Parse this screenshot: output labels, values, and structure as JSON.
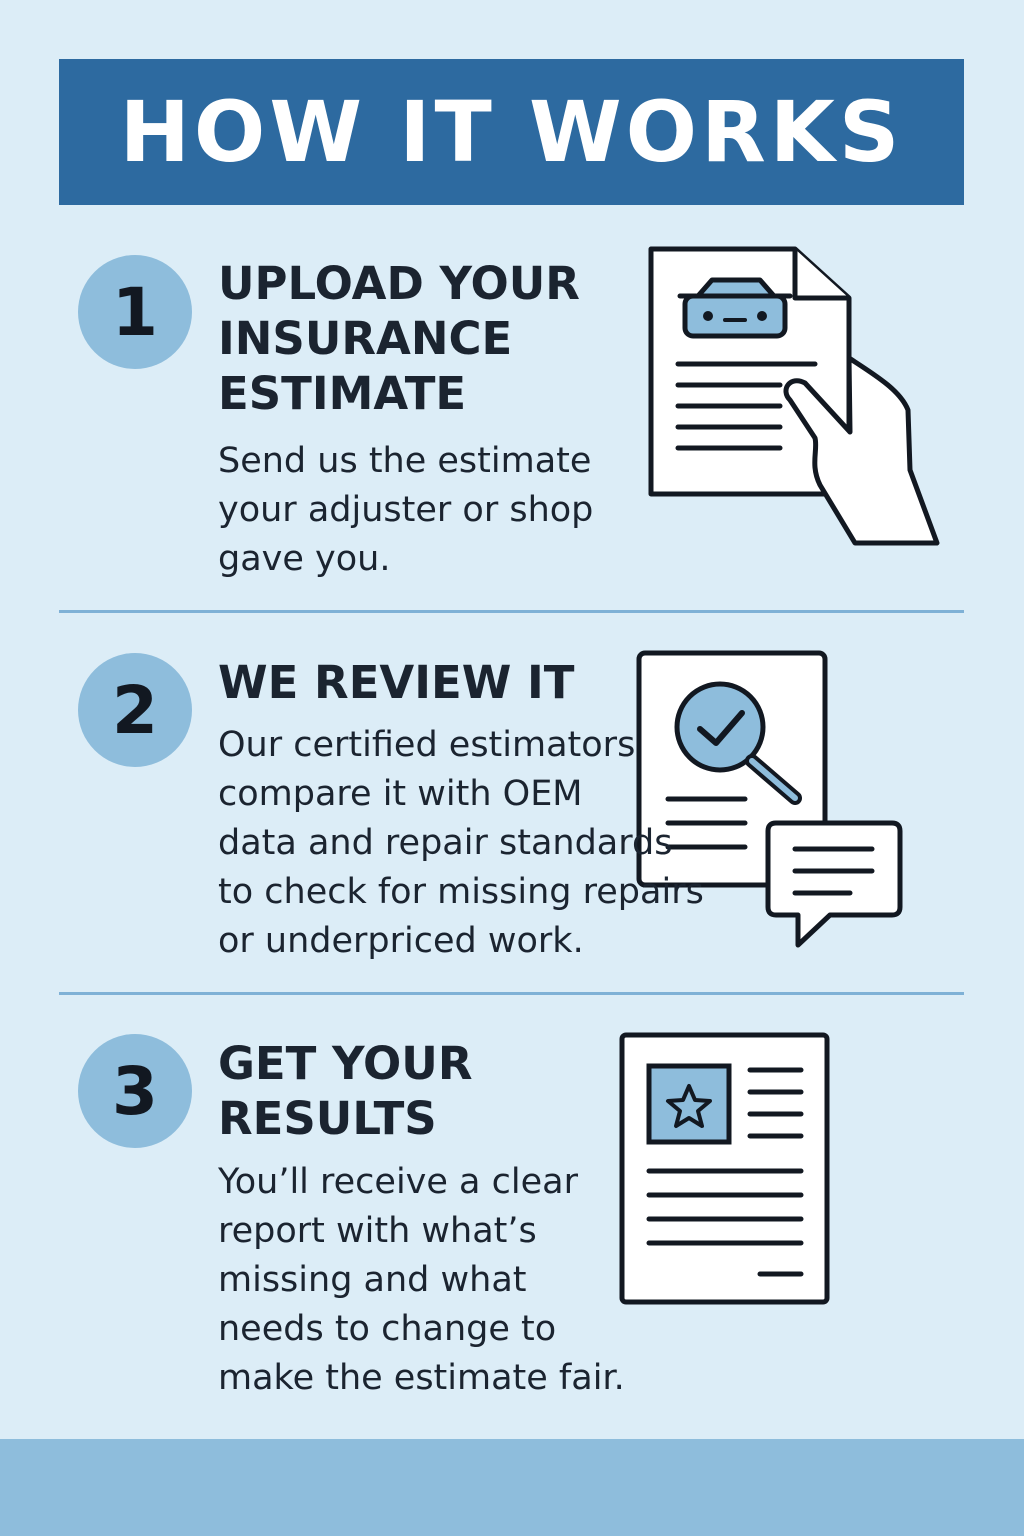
{
  "header": {
    "title": "HOW IT WORKS"
  },
  "steps": [
    {
      "number": "1",
      "title_lines": [
        "UPLOAD YOUR",
        "INSURANCE",
        "ESTIMATE"
      ],
      "desc_lines": [
        "Send us the estimate",
        "your adjuster or shop",
        "gave you."
      ],
      "icon": "document-in-hand-icon"
    },
    {
      "number": "2",
      "title_lines": [
        "WE REVIEW IT"
      ],
      "desc_lines": [
        "Our certified estimators",
        "compare it with OEM",
        "data and repair standards",
        "to check for missing repairs",
        "or underpriced work."
      ],
      "icon": "document-magnifier-chat-icon"
    },
    {
      "number": "3",
      "title_lines": [
        "GET YOUR",
        "RESULTS"
      ],
      "desc_lines": [
        "You’ll receive a clear",
        "report with what’s",
        "missing and what",
        "needs to change to",
        "make the estimate fair."
      ],
      "icon": "report-star-icon"
    }
  ],
  "colors": {
    "header": "#2d6aa0",
    "background": "#dcedf7",
    "accent": "#8ebddc",
    "divider": "#7fb1d6",
    "ink": "#1b2430"
  }
}
